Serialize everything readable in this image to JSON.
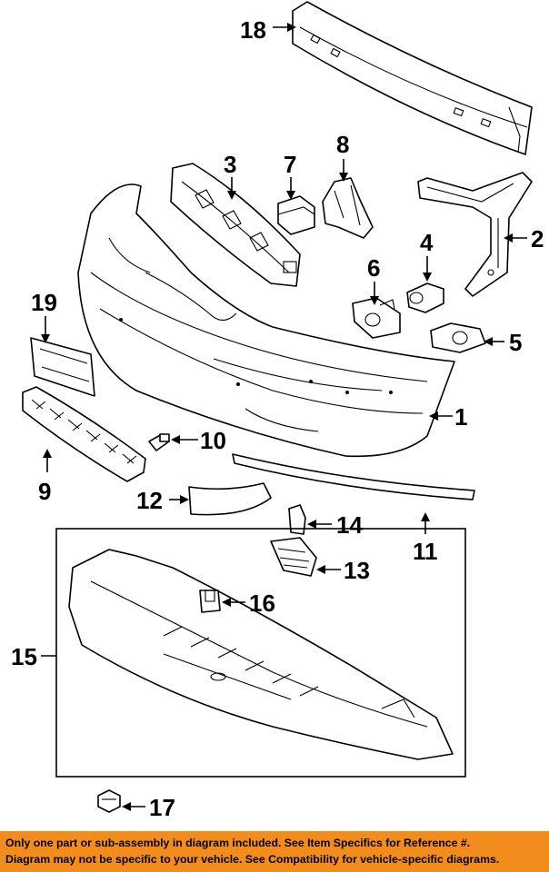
{
  "diagram": {
    "callouts": [
      {
        "id": "18",
        "label": "18"
      },
      {
        "id": "3",
        "label": "3"
      },
      {
        "id": "7",
        "label": "7"
      },
      {
        "id": "8",
        "label": "8"
      },
      {
        "id": "2",
        "label": "2"
      },
      {
        "id": "4",
        "label": "4"
      },
      {
        "id": "6",
        "label": "6"
      },
      {
        "id": "19",
        "label": "19"
      },
      {
        "id": "5",
        "label": "5"
      },
      {
        "id": "1",
        "label": "1"
      },
      {
        "id": "10",
        "label": "10"
      },
      {
        "id": "9",
        "label": "9"
      },
      {
        "id": "12",
        "label": "12"
      },
      {
        "id": "14",
        "label": "14"
      },
      {
        "id": "11",
        "label": "11"
      },
      {
        "id": "13",
        "label": "13"
      },
      {
        "id": "16",
        "label": "16"
      },
      {
        "id": "15",
        "label": "15"
      },
      {
        "id": "17",
        "label": "17"
      }
    ]
  },
  "footer": {
    "line1": "Only one part or sub-assembly in diagram included. See Item Specifics for Reference #.",
    "line2": "Diagram may not be specific to your vehicle. See Compatibility for vehicle-specific diagrams."
  },
  "colors": {
    "footer_background": "#f28c1c",
    "line_art": "#000000",
    "background": "#ffffff"
  }
}
